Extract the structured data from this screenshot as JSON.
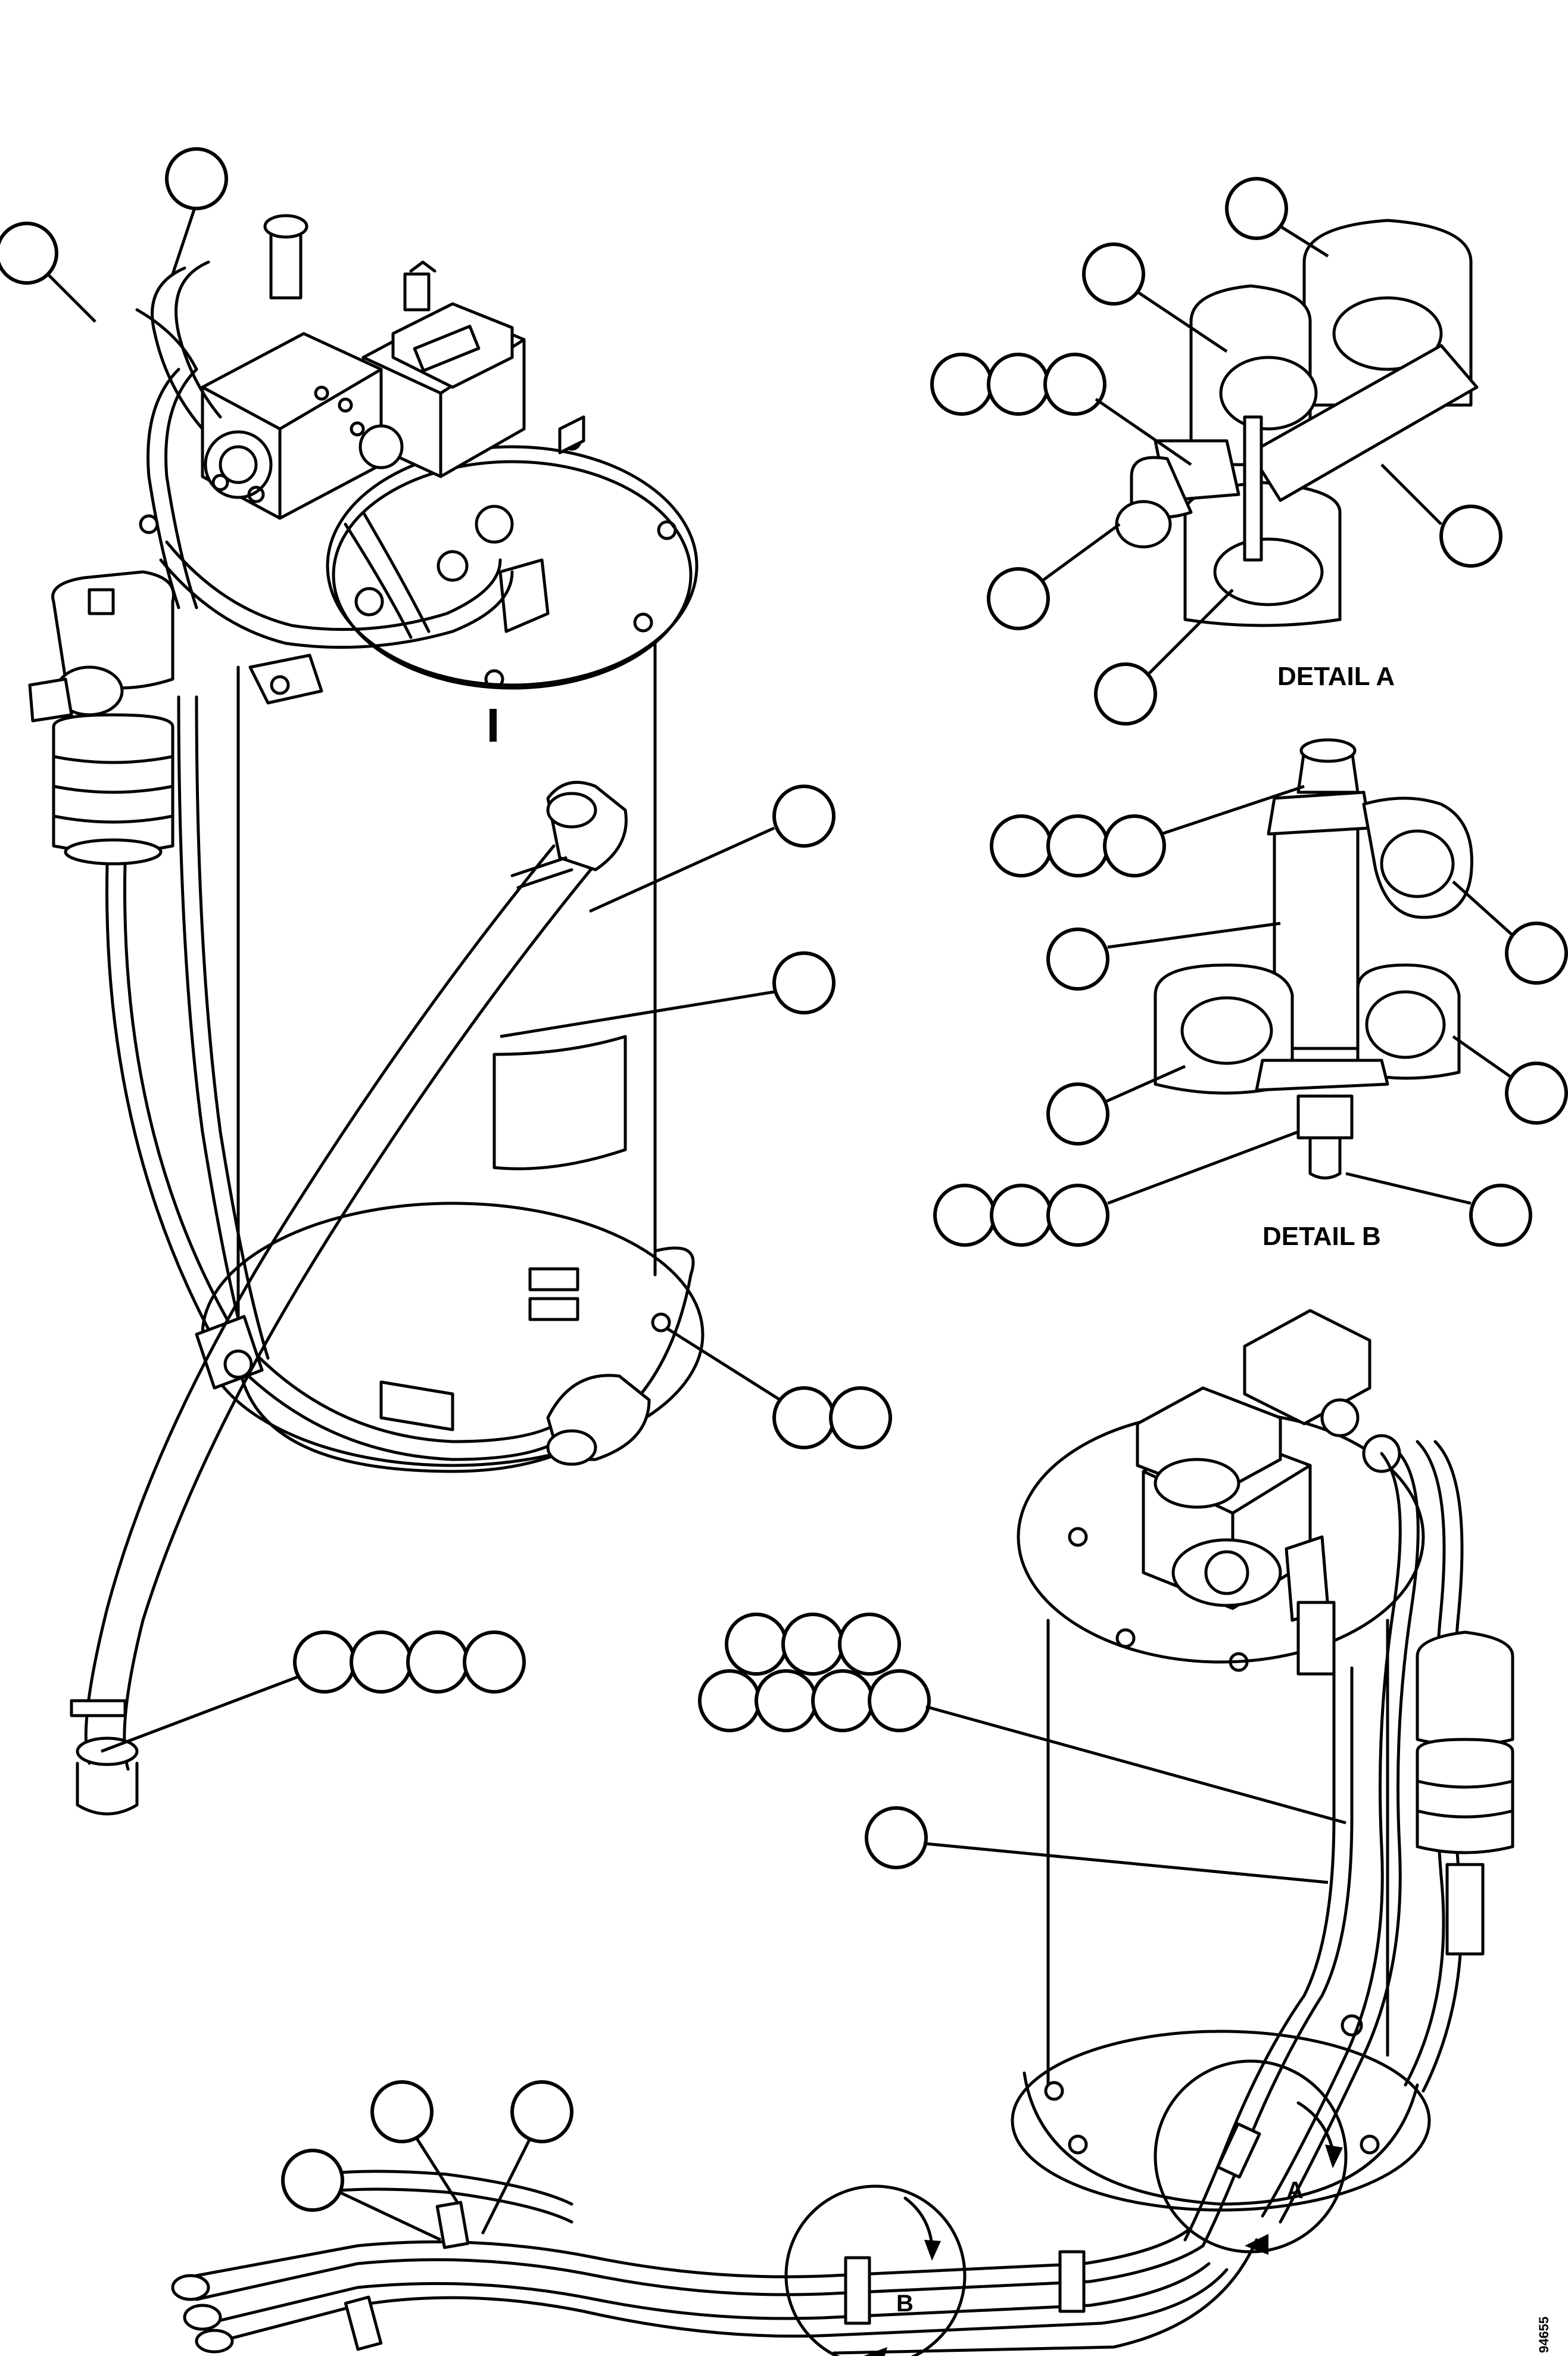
{
  "figure": {
    "detail_a_caption": "DETAIL A",
    "detail_b_caption": "DETAIL B",
    "detail_a_marker": "A",
    "detail_b_marker": "B",
    "document_number": "94655"
  },
  "components": [
    "pump-tank-assembly-upper-view",
    "pump-tank-assembly-lower-view",
    "detail-a-hose-clamp",
    "detail-b-hose-clamp"
  ]
}
